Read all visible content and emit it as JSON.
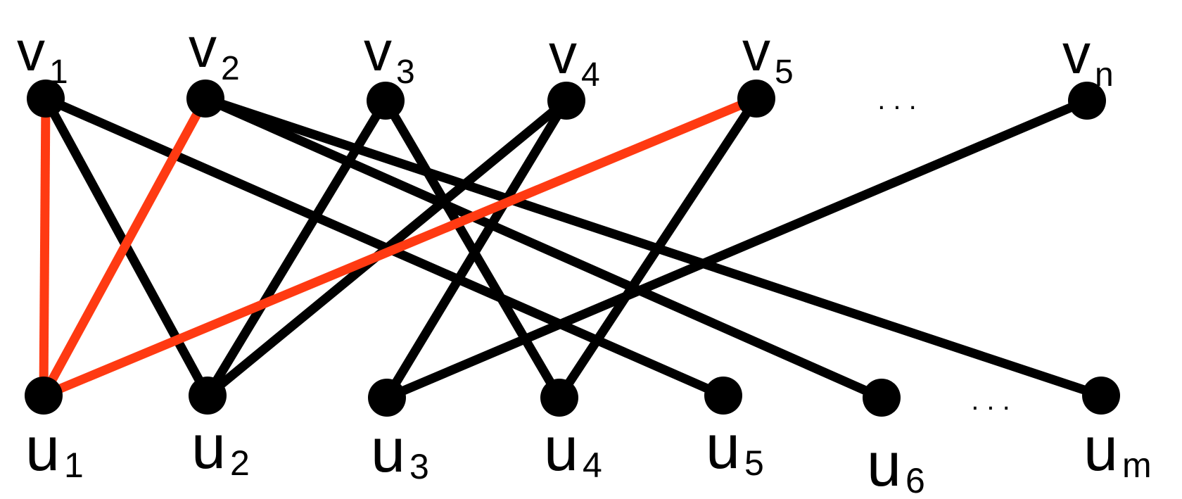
{
  "colors": {
    "edge": "#000000",
    "highlight": "#ff3a12",
    "node": "#000000",
    "background": "#ffffff"
  },
  "top_nodes": [
    {
      "id": "v1",
      "base": "v",
      "sub": "1"
    },
    {
      "id": "v2",
      "base": "v",
      "sub": "2"
    },
    {
      "id": "v3",
      "base": "v",
      "sub": "3"
    },
    {
      "id": "v4",
      "base": "v",
      "sub": "4"
    },
    {
      "id": "v5",
      "base": "v",
      "sub": "5"
    },
    {
      "id": "vn",
      "base": "v",
      "sub": "n"
    }
  ],
  "bottom_nodes": [
    {
      "id": "u1",
      "base": "u",
      "sub": "1"
    },
    {
      "id": "u2",
      "base": "u",
      "sub": "2"
    },
    {
      "id": "u3",
      "base": "u",
      "sub": "3"
    },
    {
      "id": "u4",
      "base": "u",
      "sub": "4"
    },
    {
      "id": "u5",
      "base": "u",
      "sub": "5"
    },
    {
      "id": "u6",
      "base": "u",
      "sub": "6"
    },
    {
      "id": "um",
      "base": "u",
      "sub": "m"
    }
  ],
  "edges": [
    {
      "from": "v1",
      "to": "u2",
      "highlight": false
    },
    {
      "from": "v1",
      "to": "u5",
      "highlight": false
    },
    {
      "from": "v2",
      "to": "u6",
      "highlight": false
    },
    {
      "from": "v2",
      "to": "um",
      "highlight": false
    },
    {
      "from": "v3",
      "to": "u2",
      "highlight": false
    },
    {
      "from": "v3",
      "to": "u4",
      "highlight": false
    },
    {
      "from": "v4",
      "to": "u2",
      "highlight": false
    },
    {
      "from": "v4",
      "to": "u3",
      "highlight": false
    },
    {
      "from": "v5",
      "to": "u4",
      "highlight": false
    },
    {
      "from": "vn",
      "to": "u3",
      "highlight": false
    },
    {
      "from": "v1",
      "to": "u1",
      "highlight": true
    },
    {
      "from": "v2",
      "to": "u1",
      "highlight": true
    },
    {
      "from": "v5",
      "to": "u1",
      "highlight": true
    }
  ],
  "ellipsis": {
    "top": ". . .",
    "bottom": ". . ."
  }
}
